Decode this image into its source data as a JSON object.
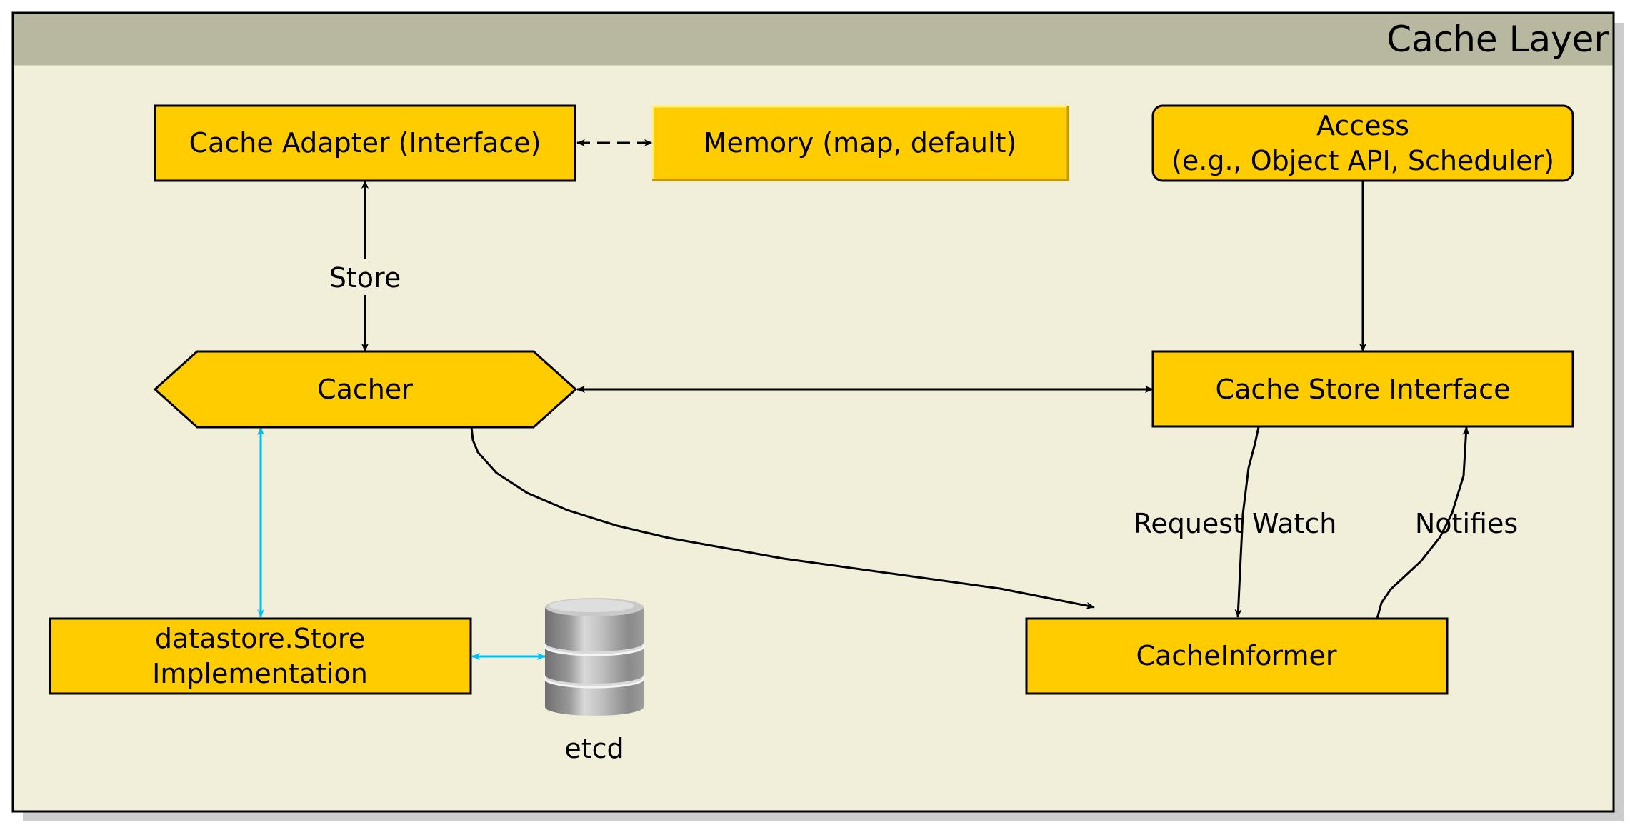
{
  "title": "Cache Layer",
  "nodes": {
    "cache_adapter": "Cache Adapter (Interface)",
    "memory": "Memory (map, default)",
    "access_line1": "Access",
    "access_line2": "(e.g., Object API, Scheduler)",
    "cacher": "Cacher",
    "cache_store_interface": "Cache Store Interface",
    "datastore_line1": "datastore.Store",
    "datastore_line2": "Implementation",
    "etcd": "etcd",
    "cache_informer": "CacheInformer"
  },
  "edge_labels": {
    "store": "Store",
    "request_watch": "Request Watch",
    "notifies": "Notifies"
  },
  "colors": {
    "panel_fill": "#f1efd9",
    "header_fill": "#b8b8a0",
    "node_fill": "#ffcc00",
    "edge": "#000000",
    "storage_edge": "#00c0f0"
  }
}
